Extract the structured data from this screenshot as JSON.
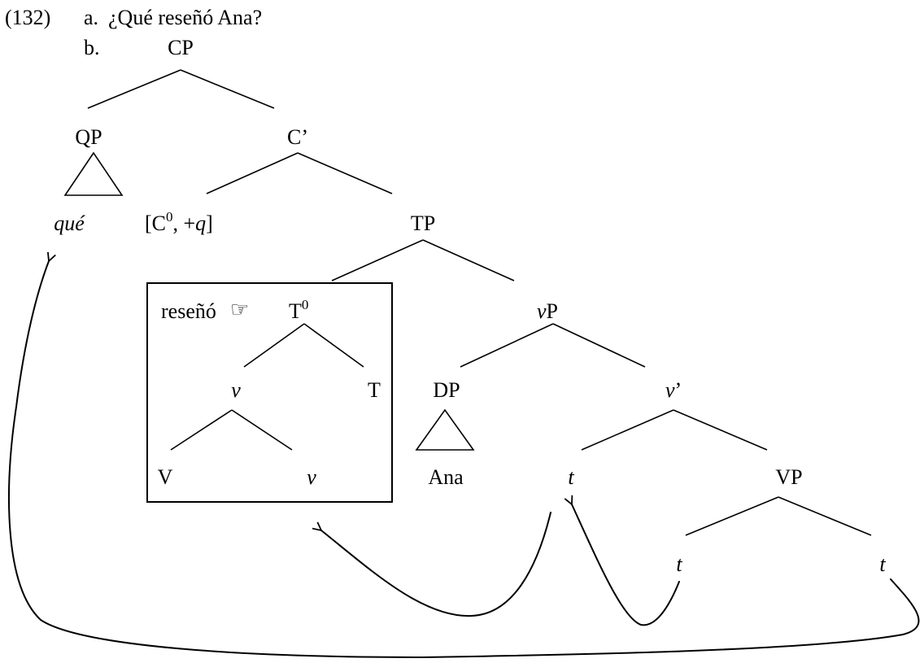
{
  "example": {
    "number": "(132)",
    "a_marker": "a.",
    "a_sentence": "¿Qué reseñó Ana?",
    "b_marker": "b."
  },
  "tree": {
    "cp": "CP",
    "qp": "QP",
    "que": "qué",
    "c_bar": "C’",
    "c_head_open": "[C",
    "c_head_sup": "0",
    "c_head_mid": ", +",
    "c_head_q": "q",
    "c_head_close": "]",
    "tp": "TP",
    "t0_main": "T",
    "t0_sup": "0",
    "resenyo": "reseñó",
    "pointer_glyph": "☞",
    "little_v_head": "v",
    "t_head": "T",
    "verb_v": "V",
    "little_v_low": "v",
    "vp_small_v": "v",
    "vp_small_p": "P",
    "dp": "DP",
    "ana": "Ana",
    "v_bar_v": "v",
    "v_bar_prime": "’",
    "trace_spec": "t",
    "vp": "VP",
    "trace_v": "t",
    "trace_obj": "t"
  },
  "colors": {
    "ink": "#000000",
    "background": "#ffffff"
  }
}
